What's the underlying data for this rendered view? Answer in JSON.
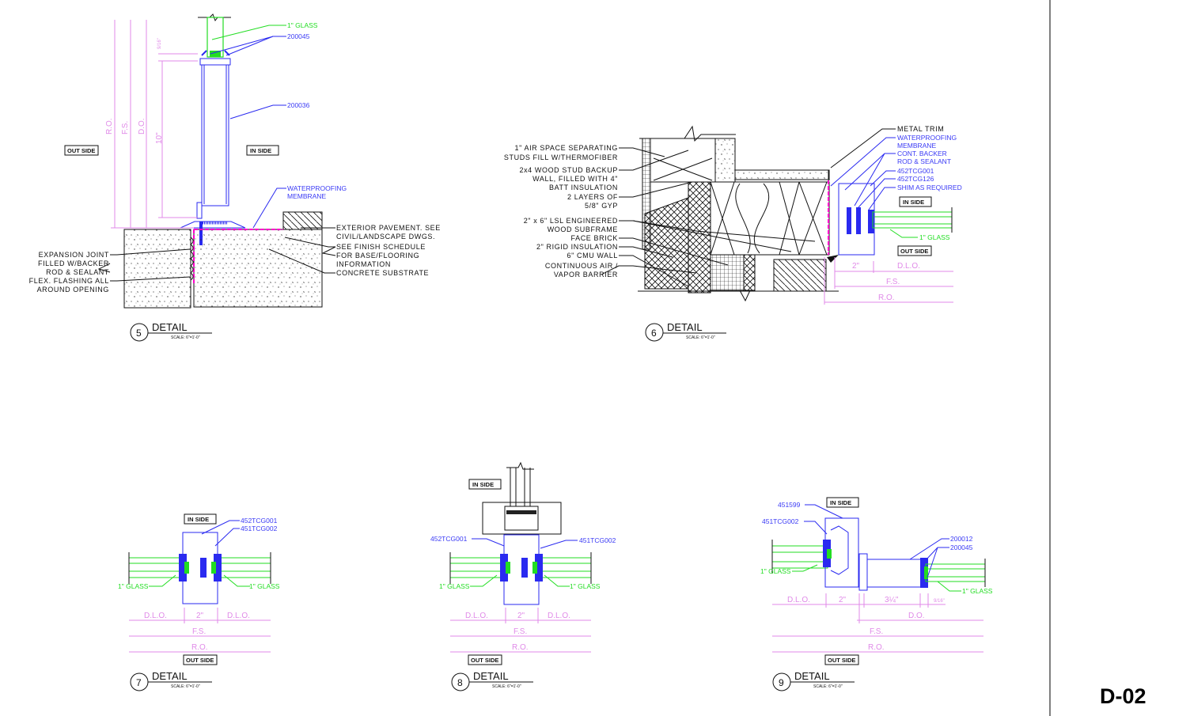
{
  "sheet": {
    "number": "D-02"
  },
  "common": {
    "detail_title": "DETAIL",
    "scale": "SCALE: 6\"=1'-0\"",
    "in_side": "IN SIDE",
    "out_side": "OUT SIDE",
    "glass": "1\" GLASS",
    "dlo": "D.L.O.",
    "fs": "F.S.",
    "ro": "R.O.",
    "do": "D.O.",
    "two_in": "2\""
  },
  "detail5": {
    "number": "5",
    "glass_label": "1\" GLASS",
    "part_200045": "200045",
    "part_200036": "200036",
    "membrane": [
      "WATERPROOFING",
      "MEMBRANE"
    ],
    "dims": {
      "ro": "R.O.",
      "fs": "F.S.",
      "do": "D.O.",
      "ten": "10\"",
      "nine_sixteenths": "9/16\""
    },
    "left_notes": [
      "EXPANSION JOINT",
      "FILLED W/BACKER",
      "ROD & SEALANT",
      "FLEX. FLASHING ALL",
      "AROUND OPENING"
    ],
    "right_notes": [
      "EXTERIOR PAVEMENT. SEE",
      "CIVIL/LANDSCAPE DWGS.",
      "SEE FINISH SCHEDULE",
      "FOR BASE/FLOORING",
      "INFORMATION",
      "CONCRETE SUBSTRATE"
    ]
  },
  "detail6": {
    "number": "6",
    "left_notes": [
      "1\" AIR SPACE SEPARATING",
      "STUDS FILL W/THERMOFIBER",
      "2x4 WOOD STUD BACKUP",
      "WALL, FILLED WITH 4\"",
      "BATT INSULATION",
      "2 LAYERS OF",
      "5/8\" GYP",
      "2\" x 6\" LSL ENGINEERED",
      "WOOD SUBFRAME",
      "FACE BRICK",
      "2\" RIGID INSULATION",
      "6\" CMU WALL",
      "CONTINUOUS AIR /",
      "VAPOR BARRIER"
    ],
    "metal_trim": "METAL TRIM",
    "right_notes": [
      "WATERPROOFING",
      "MEMBRANE",
      "CONT. BACKER",
      "ROD & SEALANT",
      "452TCG001",
      "452TCG126",
      "SHIM AS REQUIRED"
    ]
  },
  "detail7": {
    "number": "7",
    "parts": [
      "452TCG001",
      "451TCG002"
    ]
  },
  "detail8": {
    "number": "8",
    "parts": [
      "452TCG001",
      "451TCG002"
    ]
  },
  "detail9": {
    "number": "9",
    "parts": [
      "451599",
      "451TCG002",
      "200012",
      "200045"
    ],
    "dims": {
      "three_quarter": "3¼\"",
      "nine_sixteenths": "9/16\""
    }
  }
}
